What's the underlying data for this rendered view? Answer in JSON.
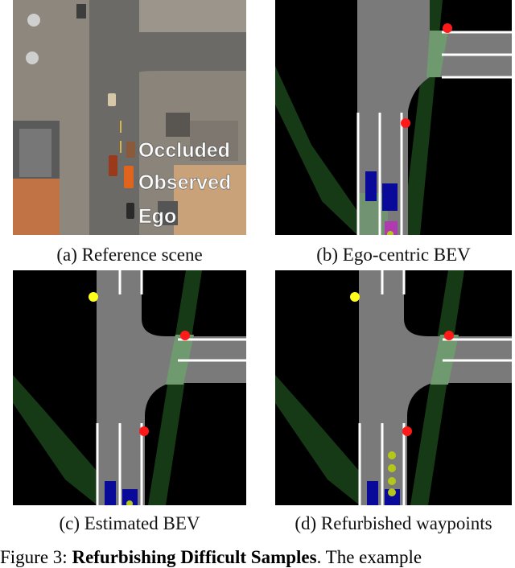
{
  "figure": {
    "panels": [
      {
        "id": "a",
        "caption": "(a) Reference scene"
      },
      {
        "id": "b",
        "caption": "(b) Ego-centric BEV"
      },
      {
        "id": "c",
        "caption": "(c) Estimated BEV"
      },
      {
        "id": "d",
        "caption": "(d) Refurbished waypoints"
      }
    ],
    "legend": {
      "occluded": "Occluded",
      "observed": "Observed",
      "ego": "Ego"
    },
    "caption_prefix": "Figure 3: ",
    "caption_bold": "Refurbishing Difficult Samples",
    "caption_rest": ". The example"
  },
  "colors": {
    "road": "#7a7a7a",
    "background": "#000000",
    "vegetation": "#163a16",
    "crosswalk": "#6f9a6f",
    "ego_blue": "#0a0a9a",
    "traffic_red": "#ff1a1a",
    "traffic_yellow": "#ffff1a",
    "waypoint": "#b5c81a",
    "ego_magenta": "#b03ab0"
  }
}
